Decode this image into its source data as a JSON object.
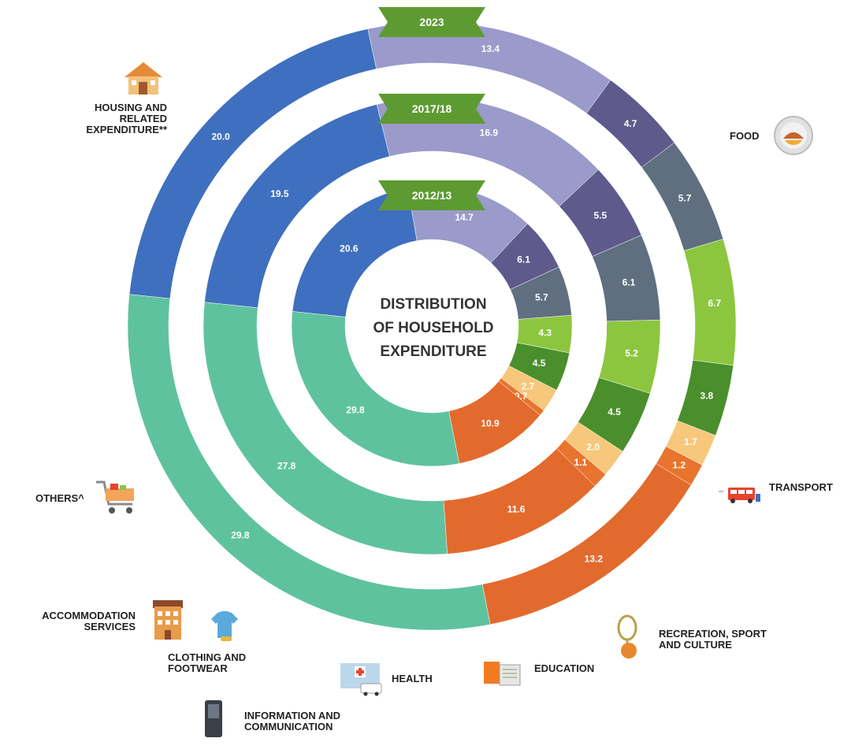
{
  "chart_data": {
    "type": "donut",
    "title": "DISTRIBUTION OF HOUSEHOLD EXPENDITURE",
    "categories": [
      "FOOD",
      "TRANSPORT",
      "RECREATION, SPORT AND CULTURE",
      "EDUCATION",
      "HEALTH",
      "INFORMATION AND COMMUNICATION",
      "CLOTHING AND FOOTWEAR",
      "ACCOMMODATION SERVICES",
      "OTHERS^",
      "HOUSING AND RELATED EXPENDITURE**"
    ],
    "series": [
      {
        "name": "2012/13",
        "values": [
          20.6,
          14.7,
          6.1,
          5.7,
          4.3,
          4.5,
          2.7,
          0.7,
          10.9,
          29.8
        ]
      },
      {
        "name": "2017/18",
        "values": [
          19.5,
          16.9,
          5.5,
          6.1,
          5.2,
          4.5,
          2.0,
          1.1,
          11.6,
          27.8
        ]
      },
      {
        "name": "2023",
        "values": [
          20.0,
          13.4,
          4.7,
          5.7,
          6.7,
          3.8,
          1.7,
          1.2,
          13.2,
          29.8
        ]
      }
    ],
    "colors": [
      "#3f6fbf",
      "#9a9acb",
      "#5e5a8c",
      "#5f6f80",
      "#8cc63f",
      "#4a8f2c",
      "#f7c77c",
      "#e8742e",
      "#e36a2d",
      "#5fc29e"
    ]
  },
  "labels": {
    "food": "FOOD",
    "transport": "TRANSPORT",
    "recreation": "RECREATION, SPORT\nAND CULTURE",
    "education": "EDUCATION",
    "health": "HEALTH",
    "info": "INFORMATION AND\nCOMMUNICATION",
    "clothing": "CLOTHING AND\nFOOTWEAR",
    "accommodation": "ACCOMMODATION\nSERVICES",
    "others": "OTHERS^",
    "housing": "HOUSING AND\nRELATED\nEXPENDITURE**"
  },
  "center_title": "DISTRIBUTION\nOF HOUSEHOLD\nEXPENDITURE"
}
